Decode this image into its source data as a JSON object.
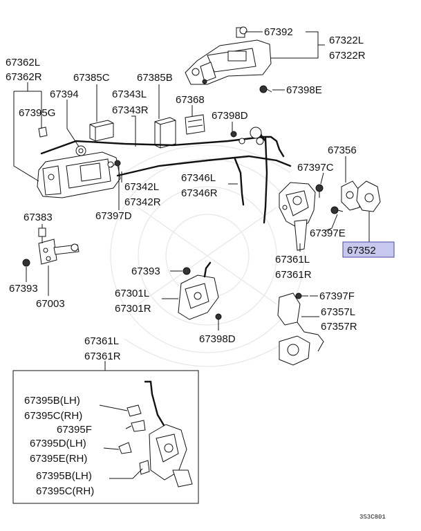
{
  "labels": {
    "p67392": "67392",
    "p67322L": "67322L",
    "p67322R": "67322R",
    "p67398E": "67398E",
    "p67362L": "67362L",
    "p67362R": "67362R",
    "p67385C": "67385C",
    "p67385B": "67385B",
    "p67394": "67394",
    "p67343L": "67343L",
    "p67343R": "67343R",
    "p67368": "67368",
    "p67395G": "67395G",
    "p67398D_top": "67398D",
    "p67356": "67356",
    "p67397C": "67397C",
    "p67346L": "67346L",
    "p67346R": "67346R",
    "p67342L": "67342L",
    "p67342R": "67342R",
    "p67397D": "67397D",
    "p67383": "67383",
    "p67397E": "67397E",
    "p67352": "67352",
    "p67361L_a": "67361L",
    "p67361R_a": "67361R",
    "p67393_a": "67393",
    "p67393_b": "67393",
    "p67003": "67003",
    "p67301L": "67301L",
    "p67301R": "67301R",
    "p67397F": "67397F",
    "p67357L": "67357L",
    "p67357R": "67357R",
    "p67398D_bot": "67398D",
    "p67361L_b": "67361L",
    "p67361R_b": "67361R",
    "i67395B_LH_a": "67395B(LH)",
    "i67395C_RH_a": "67395C(RH)",
    "i67395F": "67395F",
    "i67395D_LH": "67395D(LH)",
    "i67395E_RH": "67395E(RH)",
    "i67395B_LH_b": "67395B(LH)",
    "i67395C_RH_b": "67395C(RH)"
  },
  "diagram_code": "3S3C801",
  "highlight_color": "#c8c8ee"
}
